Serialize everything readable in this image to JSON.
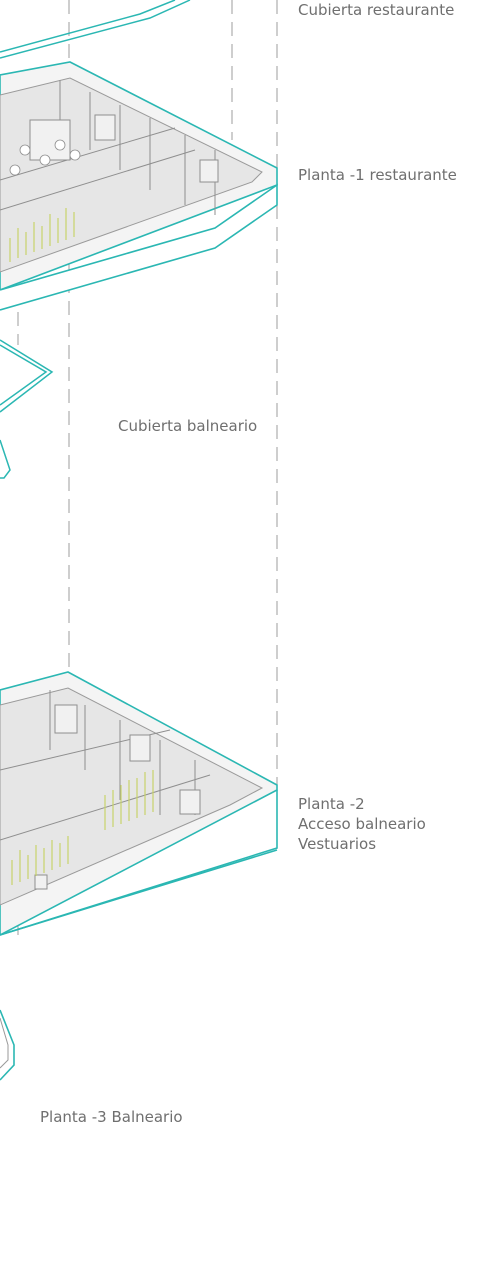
{
  "labels": {
    "cubierta_restaurante": "Cubierta restaurante",
    "planta_m1": "Planta -1 restaurante",
    "cubierta_balneario": "Cubierta balneario",
    "planta_m2_line1": "Planta -2",
    "planta_m2_line2": "Acceso balneario",
    "planta_m2_line3": "Vestuarios",
    "planta_m3": "Planta -3 Balneario"
  },
  "colors": {
    "accent": "#2bb7b3",
    "wall": "#9a9a9a",
    "line": "#b5b5b5",
    "floor": "#e8e8e8",
    "plants": "#c8d36a",
    "text": "#6f6f6f"
  }
}
